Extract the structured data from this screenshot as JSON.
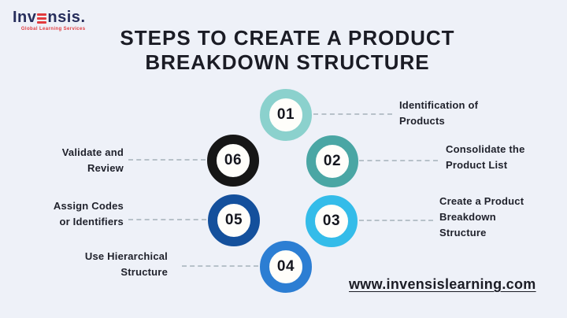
{
  "background": "#eef1f8",
  "logo": {
    "word_prefix": "Inv",
    "word_suffix": "nsis",
    "trailing_mark": ".",
    "tagline": "Global Learning Services",
    "navy_color": "#272e5c",
    "red_color": "#e23b3e"
  },
  "title": {
    "line1": "STEPS TO CREATE A PRODUCT",
    "line2": "BREAKDOWN STRUCTURE"
  },
  "steps": [
    {
      "number": "01",
      "label": "Identification of\nProducts",
      "ring_color": "#8bd1cd",
      "side": "right"
    },
    {
      "number": "02",
      "label": "Consolidate the\nProduct List",
      "ring_color": "#4aa6a4",
      "side": "right"
    },
    {
      "number": "03",
      "label": "Create a Product\nBreakdown\nStructure",
      "ring_color": "#34bce9",
      "side": "right"
    },
    {
      "number": "04",
      "label": "Use Hierarchical\nStructure",
      "ring_color": "#2c7ed3",
      "side": "left"
    },
    {
      "number": "05",
      "label": "Assign Codes\nor Identifiers",
      "ring_color": "#14509c",
      "side": "left"
    },
    {
      "number": "06",
      "label": "Validate and\nReview",
      "ring_color": "#161616",
      "side": "left"
    }
  ],
  "connector_color": "#b7c1c9",
  "footer": {
    "website_url": "www.invensislearning.com"
  }
}
